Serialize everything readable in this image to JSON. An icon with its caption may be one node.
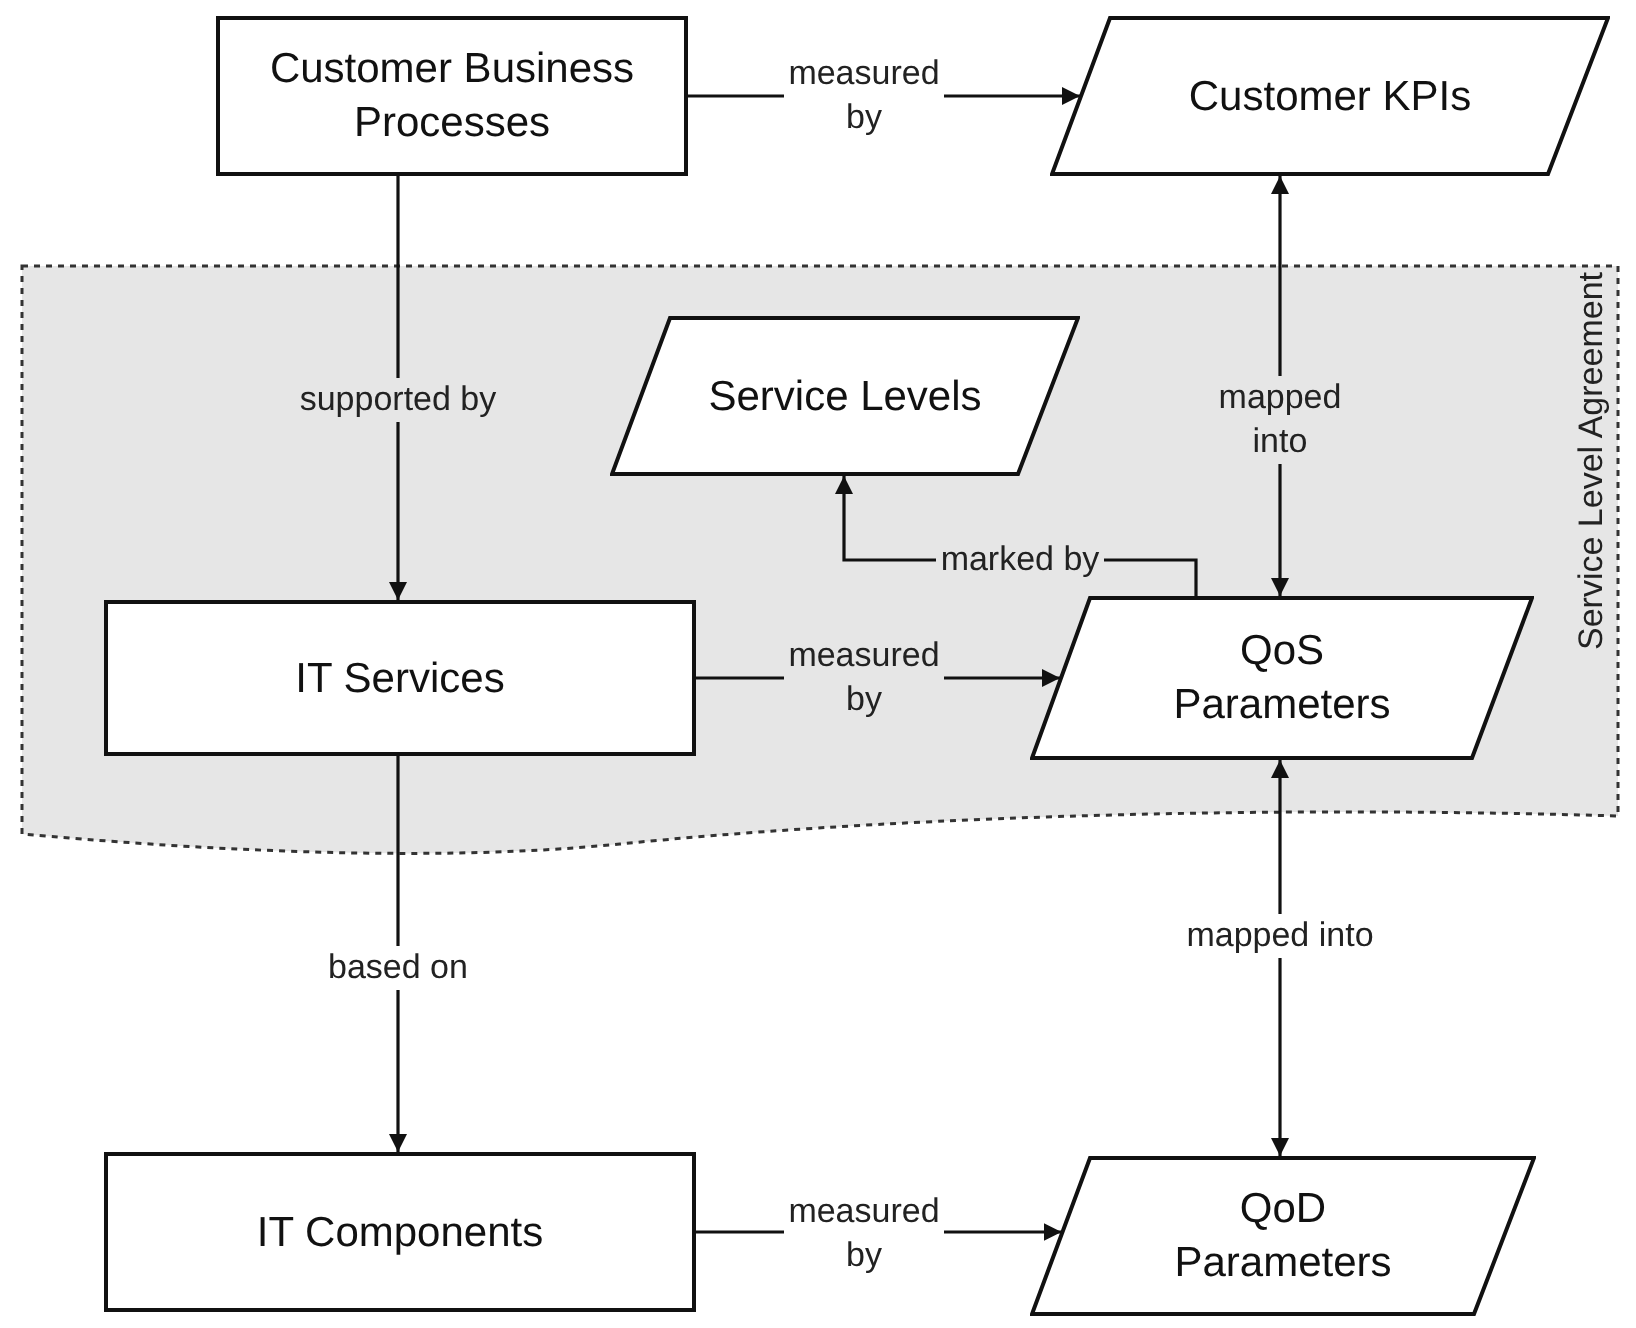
{
  "diagram": {
    "nodes": [
      {
        "text": [
          "Customer Business Processes"
        ]
      },
      {
        "text": [
          "Customer KPIs"
        ]
      },
      {
        "text": [
          "Service Level Agreement"
        ]
      },
      {
        "text": [
          "Service Levels"
        ],
        "in": 2
      },
      {
        "text": [
          "IT Services"
        ],
        "in": 2
      },
      {
        "text": [
          "QoS Parameters"
        ],
        "in": 2
      },
      {
        "text": [
          "IT Components"
        ]
      },
      {
        "text": [
          "QoD Parameters"
        ]
      }
    ],
    "edges": [
      {
        "from": 0,
        "to": 1,
        "arrow": "to",
        "label": "measured by"
      },
      {
        "from": 0,
        "to": 4,
        "arrow": "to",
        "label": "supported by"
      },
      {
        "from": 1,
        "to": 5,
        "arrow": "both",
        "label": "mapped into"
      },
      {
        "from": 5,
        "to": 3,
        "arrow": "to",
        "label": "marked by"
      },
      {
        "from": 4,
        "to": 5,
        "arrow": "to",
        "label": "measured by"
      },
      {
        "from": 4,
        "to": 6,
        "arrow": "to",
        "label": "based on"
      },
      {
        "from": 5,
        "to": 7,
        "arrow": "both",
        "label": "mapped into"
      },
      {
        "from": 6,
        "to": 7,
        "arrow": "to",
        "label": "measured by"
      }
    ]
  }
}
